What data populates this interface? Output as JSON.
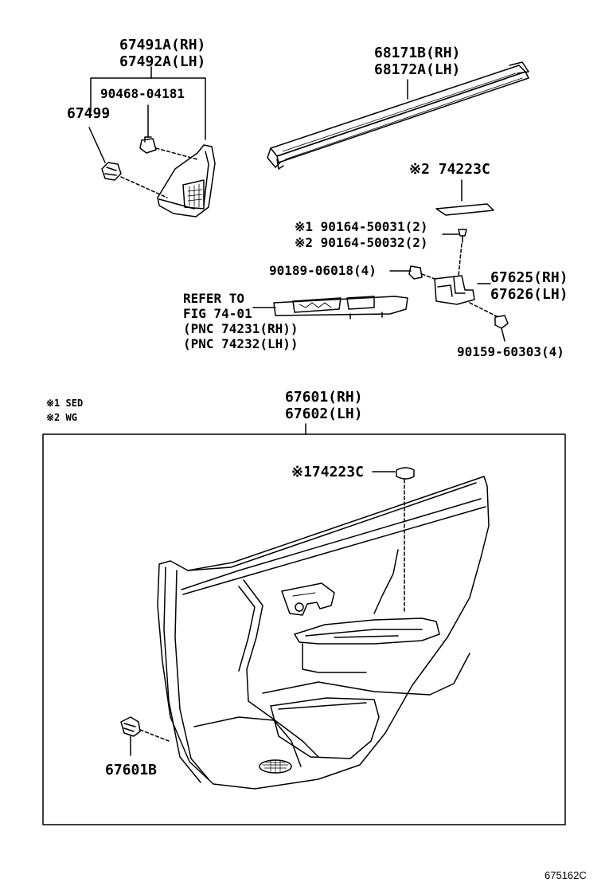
{
  "callouts": {
    "p67491a": "67491A(RH)",
    "p67492a": "67492A(LH)",
    "p90468": "90468-04181",
    "p67499": "67499",
    "p68171b": "68171B(RH)",
    "p68172a": "68172A(LH)",
    "p74223c_wg": "※2 74223C",
    "p90164_50031": "※1 90164-50031(2)",
    "p90164_50032": "※2 90164-50032(2)",
    "p90189": "90189-06018(4)",
    "p67625": "67625(RH)",
    "p67626": "67626(LH)",
    "refer_to": "REFER TO",
    "fig": "FIG 74-01",
    "pnc_rh": "(PNC 74231(RH))",
    "pnc_lh": "(PNC 74232(LH))",
    "p90159": "90159-60303(4)",
    "p67601": "67601(RH)",
    "p67602": "67602(LH)",
    "p74223c_sed": "※174223C",
    "p67601b": "67601B"
  },
  "legend": {
    "note1": "※1 SED",
    "note2": "※2 WG"
  },
  "figure_id": "675162C"
}
